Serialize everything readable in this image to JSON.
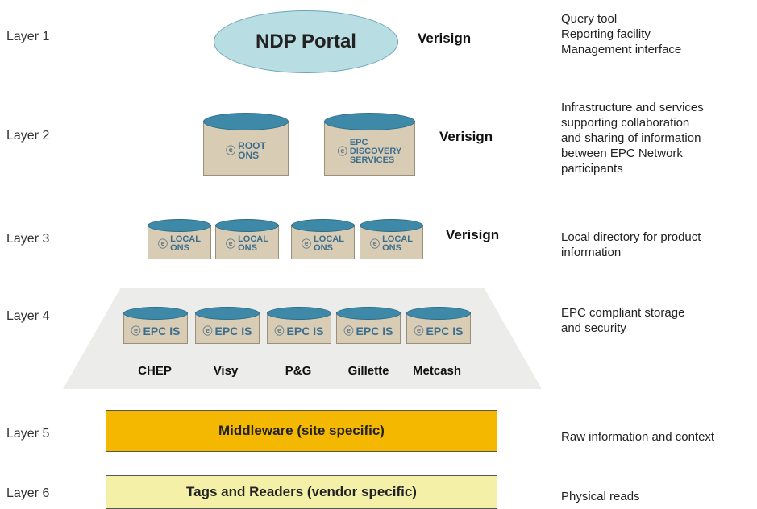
{
  "layers": [
    {
      "label": "Layer 1",
      "description": [
        "Query tool",
        "Reporting facility",
        "Management interface"
      ]
    },
    {
      "label": "Layer 2",
      "description": [
        "Infrastructure and services",
        "supporting collaboration",
        "and sharing of information",
        "between  EPC Network",
        "participants"
      ]
    },
    {
      "label": "Layer 3",
      "description": [
        "Local directory for product",
        "information"
      ]
    },
    {
      "label": "Layer 4",
      "description": [
        "EPC compliant storage",
        "and security"
      ]
    },
    {
      "label": "Layer 5",
      "description": [
        "Raw information and context"
      ]
    },
    {
      "label": "Layer 6",
      "description": [
        "Physical reads"
      ]
    }
  ],
  "portal": {
    "label": "NDP Portal"
  },
  "vendors": {
    "layer1": "Verisign",
    "layer2": "Verisign",
    "layer3": "Verisign"
  },
  "layer2_nodes": [
    {
      "lines": [
        "ROOT",
        "ONS"
      ]
    },
    {
      "lines": [
        "EPC",
        "DISCOVERY",
        "SERVICES"
      ]
    }
  ],
  "layer3_nodes": [
    {
      "lines": [
        "LOCAL",
        "ONS"
      ]
    },
    {
      "lines": [
        "LOCAL",
        "ONS"
      ]
    },
    {
      "lines": [
        "LOCAL",
        "ONS"
      ]
    },
    {
      "lines": [
        "LOCAL",
        "ONS"
      ]
    }
  ],
  "layer4_nodes": [
    {
      "label": "EPC IS",
      "org": "CHEP"
    },
    {
      "label": "EPC IS",
      "org": "Visy"
    },
    {
      "label": "EPC IS",
      "org": "P&G"
    },
    {
      "label": "EPC IS",
      "org": "Gillette"
    },
    {
      "label": "EPC IS",
      "org": "Metcash"
    }
  ],
  "middleware": {
    "label": "Middleware (site specific)"
  },
  "tags_readers": {
    "label": "Tags and Readers (vendor specific)"
  },
  "icon_glyph": "ⓔ",
  "colors": {
    "portal_fill": "#b8dde2",
    "cylinder_top": "#3e88a8",
    "cylinder_body": "#d9ccb5",
    "cylinder_text": "#3d6e8e",
    "layer4_backdrop": "#ececea",
    "middleware_fill": "#f5b800",
    "tags_fill": "#f5f0a8"
  }
}
